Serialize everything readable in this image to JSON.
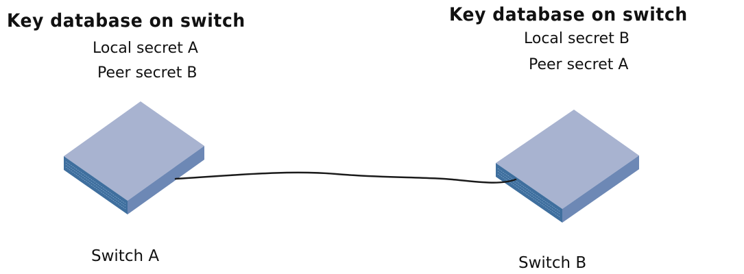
{
  "switch_a": {
    "heading": "Key database on switch",
    "local_secret": "Local secret A",
    "peer_secret": "Peer secret B",
    "label": "Switch A"
  },
  "switch_b": {
    "heading": "Key database on switch",
    "local_secret": "Local secret B",
    "peer_secret": "Peer secret A",
    "label": "Switch B"
  },
  "colors": {
    "top_face": "#a8b3d0",
    "front_face": "#3f6f9e",
    "side_face": "#6d88b5",
    "cable": "#1a1a1a",
    "text": "#111111"
  }
}
